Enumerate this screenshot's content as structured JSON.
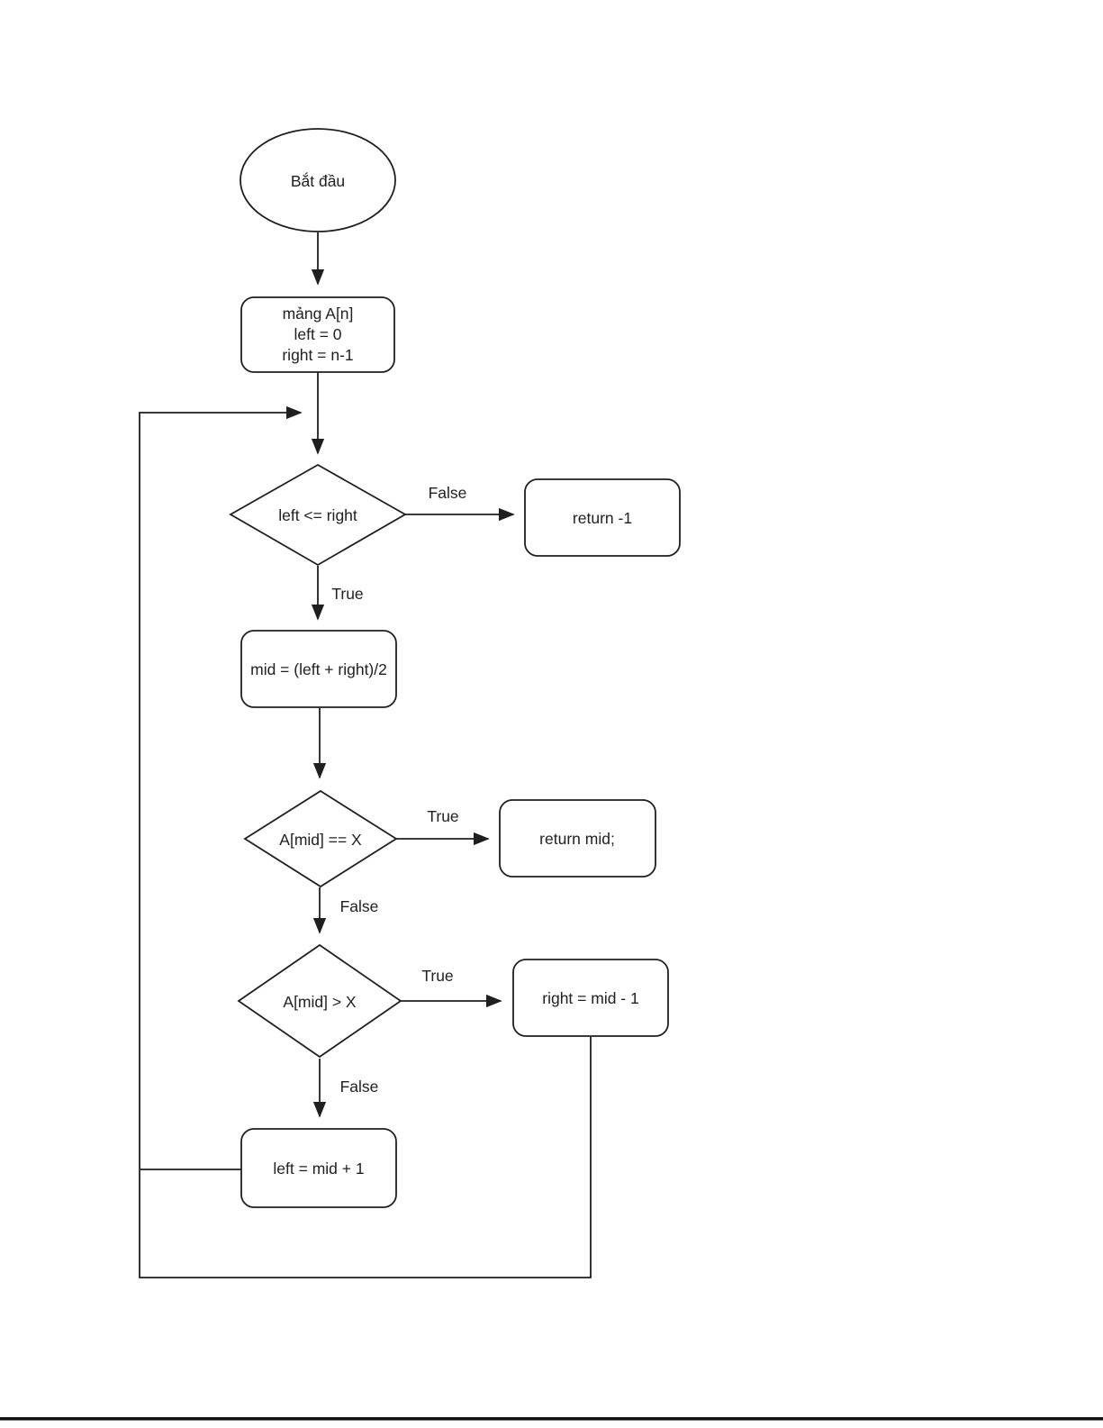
{
  "flowchart": {
    "nodes": {
      "start": {
        "label": "Bắt đầu",
        "shape": "ellipse"
      },
      "init": {
        "shape": "rounded-rect",
        "lines": [
          "mảng A[n]",
          "left = 0",
          "right = n-1"
        ]
      },
      "cond_loop": {
        "label": "left <= right",
        "shape": "diamond"
      },
      "return_neg1": {
        "label": "return -1",
        "shape": "rounded-rect"
      },
      "compute_mid": {
        "label": "mid = (left + right)/2",
        "shape": "rounded-rect"
      },
      "cond_eq": {
        "label": "A[mid] == X",
        "shape": "diamond"
      },
      "return_mid": {
        "label": "return mid;",
        "shape": "rounded-rect"
      },
      "cond_gt": {
        "label": "A[mid] > X",
        "shape": "diamond"
      },
      "set_right": {
        "label": "right = mid - 1",
        "shape": "rounded-rect"
      },
      "set_left": {
        "label": "left = mid + 1",
        "shape": "rounded-rect"
      }
    },
    "edge_labels": {
      "loop_false": "False",
      "loop_true": "True",
      "eq_true": "True",
      "eq_false": "False",
      "gt_true": "True",
      "gt_false": "False"
    },
    "colors": {
      "stroke": "#1f1f1f",
      "text": "#212121",
      "fill": "#ffffff",
      "page_rule": "#111111"
    }
  }
}
